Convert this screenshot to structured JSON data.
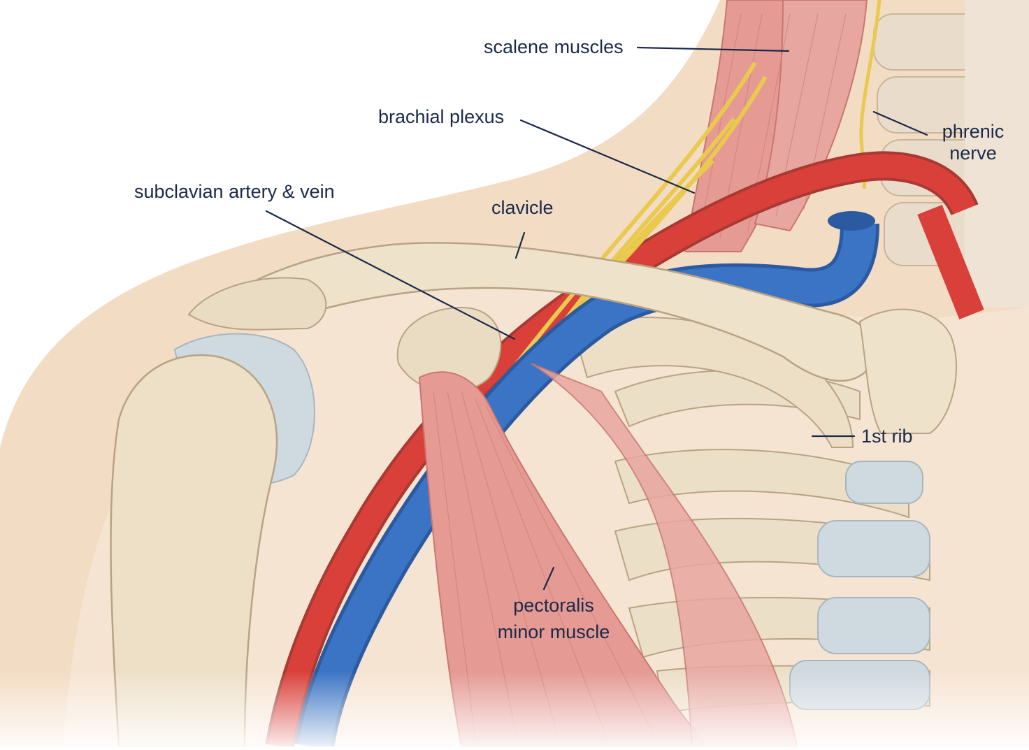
{
  "labels": {
    "scalene_muscles": "scalene muscles",
    "brachial_plexus": "brachial plexus",
    "phrenic_nerve_line1": "phrenic",
    "phrenic_nerve_line2": "nerve",
    "subclavian_artery_vein": "subclavian artery & vein",
    "clavicle": "clavicle",
    "first_rib": "1st rib",
    "pectoralis_line1": "pectoralis",
    "pectoralis_line2": "minor muscle"
  },
  "colors": {
    "skin": "#f3dcc4",
    "bone": "#efe2cc",
    "bone_outline": "#b8a384",
    "cartilage": "#cfd9e0",
    "artery": "#d9403a",
    "vein": "#3b74c4",
    "nerve": "#e9c94e",
    "muscle": "#e59a94",
    "label_text": "#1b2a4a"
  }
}
